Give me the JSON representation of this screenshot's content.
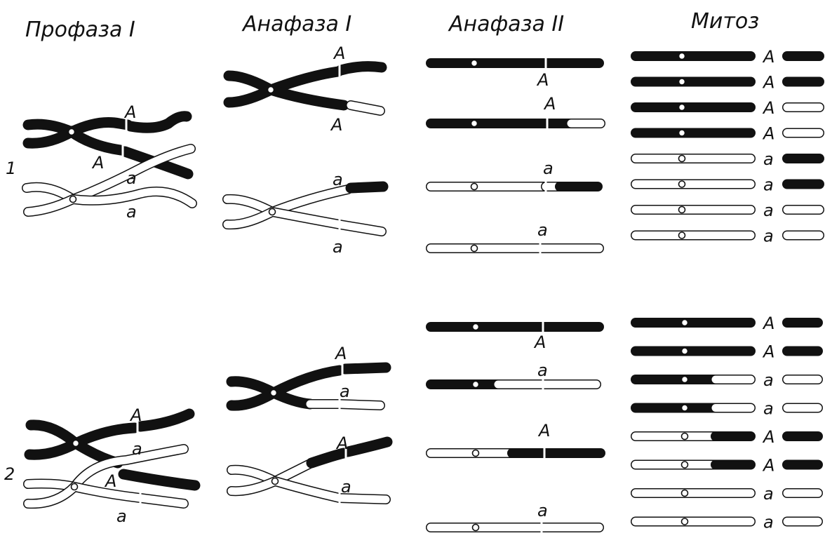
{
  "columns": [
    {
      "title": "Профаза I"
    },
    {
      "title": "Анафаза I"
    },
    {
      "title": "Анафаза II"
    },
    {
      "title": "Митоз"
    }
  ],
  "rows": [
    {
      "label": "1"
    },
    {
      "label": "2"
    }
  ],
  "genes": {
    "dominant": "A",
    "recessive": "a"
  },
  "colors": {
    "ink": "#111111",
    "paper": "#ffffff"
  },
  "rows_detail": [
    {
      "prophase": [
        {
          "type": "dark",
          "allele": "A"
        },
        {
          "type": "dark",
          "allele": "A"
        },
        {
          "type": "light",
          "allele": "a"
        },
        {
          "type": "light",
          "allele": "a"
        }
      ],
      "anaphase1": [
        {
          "type": "dark",
          "alleles": [
            "A",
            "A"
          ]
        },
        {
          "type": "light",
          "alleles": [
            "a",
            "a"
          ]
        }
      ],
      "anaphase2": [
        "A",
        "A",
        "a",
        "a"
      ],
      "mitosis": [
        "A",
        "A",
        "A",
        "A",
        "a",
        "a",
        "a",
        "a"
      ]
    },
    {
      "prophase": [
        {
          "type": "dark",
          "allele": "A"
        },
        {
          "type": "dark",
          "allele": "A"
        },
        {
          "type": "light",
          "allele": "a"
        },
        {
          "type": "light",
          "allele": "a"
        }
      ],
      "anaphase1": [
        {
          "type": "dark",
          "alleles": [
            "A",
            "a"
          ]
        },
        {
          "type": "light",
          "alleles": [
            "A",
            "a"
          ]
        }
      ],
      "anaphase2": [
        "A",
        "a",
        "A",
        "a"
      ],
      "mitosis": [
        "A",
        "A",
        "a",
        "a",
        "A",
        "A",
        "a",
        "a"
      ]
    }
  ]
}
